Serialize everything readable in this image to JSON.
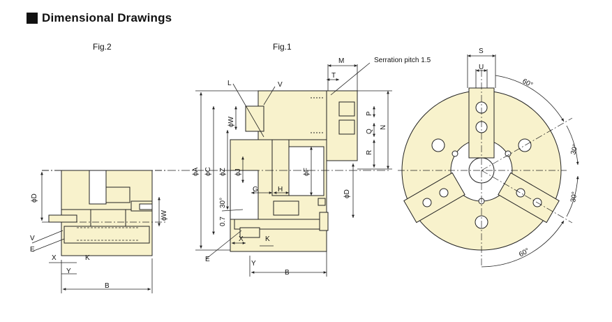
{
  "header": {
    "title": "Dimensional Drawings"
  },
  "figures": {
    "fig2": "Fig.2",
    "fig1": "Fig.1"
  },
  "annotation": "Serration pitch 1.5",
  "fig2_labels": {
    "d": "ϕD",
    "w": "ϕW",
    "v": "V",
    "e": "E",
    "x": "X",
    "k": "K",
    "y": "Y",
    "b": "B"
  },
  "fig1_labels": {
    "a": "ϕA",
    "c": "ϕC",
    "z": "ϕZ",
    "j": "ϕJ",
    "w": "ϕW",
    "f": "ϕF",
    "d": "ϕD",
    "l": "L",
    "v": "V",
    "g": "G",
    "h": "H",
    "m": "M",
    "t": "T",
    "p": "P",
    "q": "Q",
    "r": "R",
    "n": "N",
    "x": "X",
    "k": "K",
    "e": "E",
    "y": "Y",
    "b": "B",
    "angle30": "30°",
    "dim07": "0.7"
  },
  "front_labels": {
    "s": "S",
    "u": "U",
    "a60_top": "60°",
    "a30_a": "30°",
    "a30_b": "30°",
    "a60_bottom": "60°"
  },
  "colors": {
    "body": "#f8f2cc",
    "line": "#222222",
    "hatch": "#555555"
  }
}
